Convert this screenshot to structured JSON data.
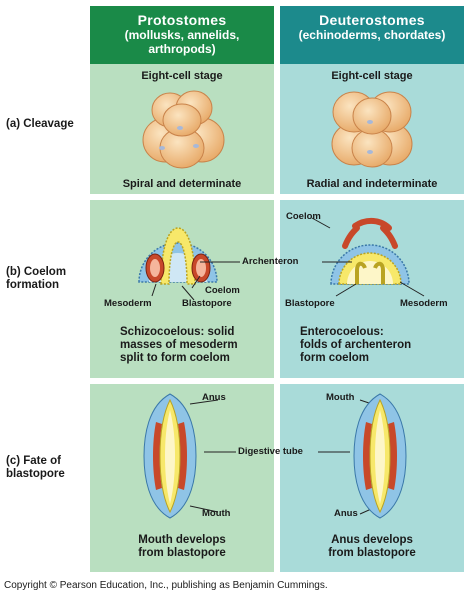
{
  "columns": {
    "protostomes": {
      "title": "Protostomes",
      "subtitle": "(mollusks, annelids,\narthropods)"
    },
    "deuterostomes": {
      "title": "Deuterostomes",
      "subtitle": "(echinoderms, chordates)"
    }
  },
  "rows": {
    "cleavage": {
      "label": "(a) Cleavage",
      "stage_left": "Eight-cell stage",
      "stage_right": "Eight-cell stage",
      "caption_left": "Spiral and determinate",
      "caption_right": "Radial and indeterminate"
    },
    "coelom": {
      "label": "(b) Coelom\nformation",
      "archenteron": "Archenteron",
      "coelom_left": "Coelom",
      "mesoderm_left": "Mesoderm",
      "blastopore_left": "Blastopore",
      "coelom_right": "Coelom",
      "blastopore_right": "Blastopore",
      "mesoderm_right": "Mesoderm",
      "caption_left": "Schizocoelous: solid\nmasses of mesoderm\nsplit to form coelom",
      "caption_right": "Enterocoelous:\nfolds of archenteron\nform coelom"
    },
    "fate": {
      "label": "(c) Fate of\nblastopore",
      "anus_left": "Anus",
      "mouth_left": "Mouth",
      "digestive": "Digestive tube",
      "mouth_right": "Mouth",
      "anus_right": "Anus",
      "caption_left": "Mouth develops\nfrom blastopore",
      "caption_right": "Anus develops\nfrom blastopore"
    }
  },
  "copyright": "Copyright © Pearson Education, Inc., publishing as Benjamin Cummings.",
  "colors": {
    "protostome_header": "#1a8a48",
    "deuterostome_header": "#1c8a8c",
    "protostome_panel": "#b9dfc0",
    "deuterostome_panel": "#a9dbd9",
    "egg": "#f2c58a",
    "mesoderm": "#c8482a",
    "ectoderm": "#8fc4e6",
    "endoderm": "#f7e86a"
  }
}
